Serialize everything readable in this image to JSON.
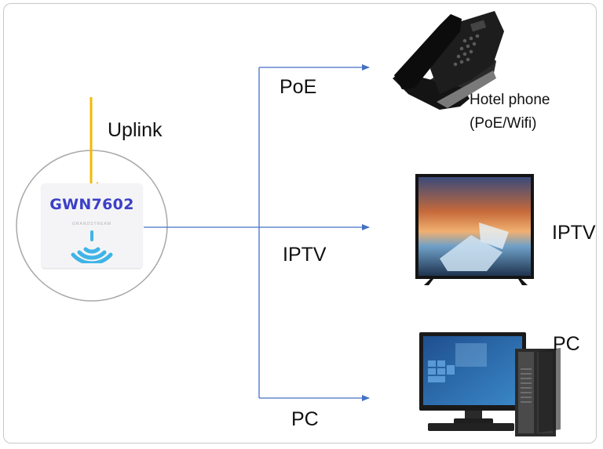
{
  "device": {
    "model": "GWN7602",
    "brand": "GRANDSTREAM"
  },
  "labels": {
    "uplink": "Uplink",
    "poe": "PoE",
    "iptv_link": "IPTV",
    "pc_link": "PC",
    "hotel_phone_line1": "Hotel phone",
    "hotel_phone_line2": "(PoE/Wifi)",
    "iptv_device": "IPTV",
    "pc_device": "PC"
  },
  "colors": {
    "uplink_arrow": "#f5b800",
    "link_lines": "#4472c4",
    "model_text": "#3b3fc7",
    "wifi_icon": "#3fb4e6"
  },
  "icons": {
    "access_point": "wifi-icon",
    "phone": "desk-phone-icon",
    "tv": "tv-icon",
    "pc": "desktop-pc-icon"
  }
}
